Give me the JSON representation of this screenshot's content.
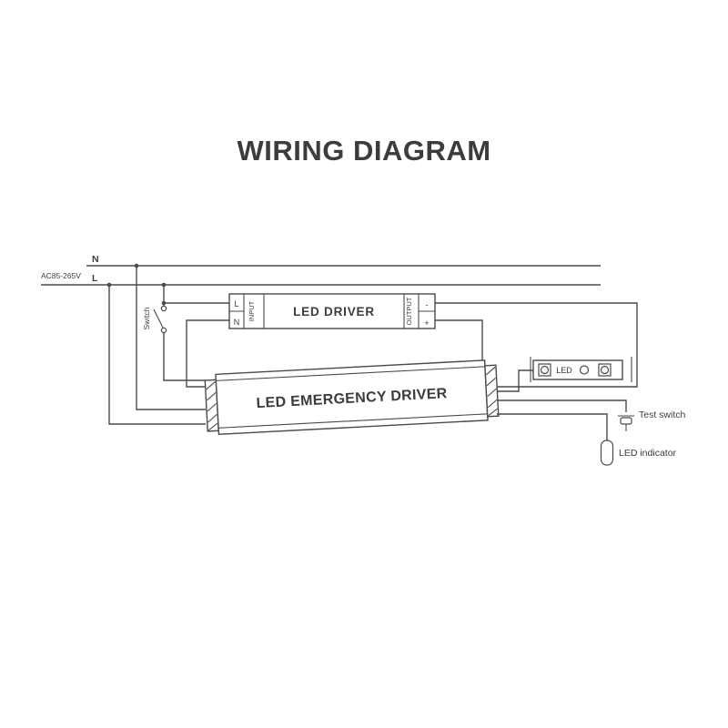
{
  "title": "WIRING DIAGRAM",
  "colors": {
    "title_blue": "#1a56a0",
    "wire_gray": "#4a4a4a"
  },
  "supply": {
    "neutral": "N",
    "live": "L",
    "voltage": "AC85-265V"
  },
  "switch_label": "Switch",
  "led_driver": {
    "name": "LED DRIVER",
    "input": "INPUT",
    "input_l": "L",
    "input_n": "N",
    "output": "OUTPUT",
    "output_neg": "-",
    "output_pos": "+"
  },
  "emergency_driver": {
    "name": "LED EMERGENCY DRIVER"
  },
  "led_module": {
    "name": "LED"
  },
  "test_switch_label": "Test switch",
  "led_indicator_label": "LED indicator"
}
